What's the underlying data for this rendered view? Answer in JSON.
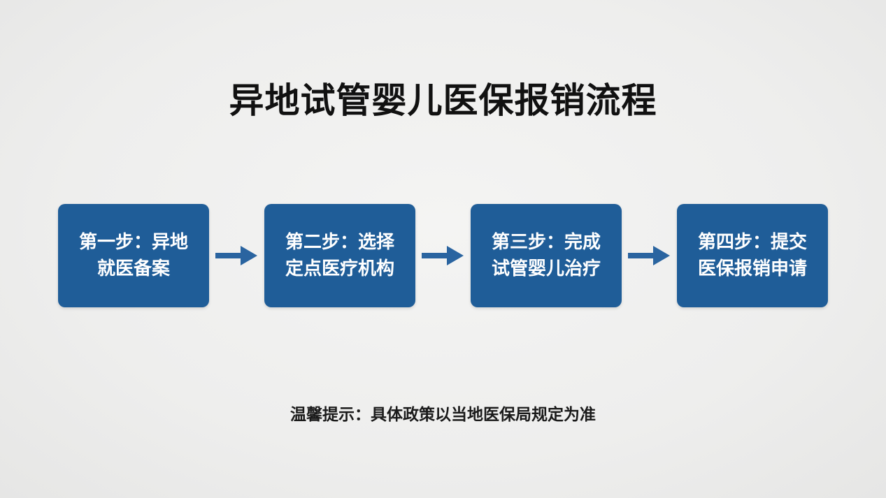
{
  "title": "异地试管婴儿医保报销流程",
  "steps": [
    {
      "label": "第一步：异地\n就医备案"
    },
    {
      "label": "第二步：选择\n定点医疗机构"
    },
    {
      "label": "第三步：完成\n试管婴儿治疗"
    },
    {
      "label": "第四步：提交\n医保报销申请"
    }
  ],
  "hint": "温馨提示：具体政策以当地医保局规定为准",
  "colors": {
    "box": "#1f5d98",
    "arrow": "#2a64a0",
    "text": "#ffffff"
  },
  "icons": [
    "arrow-right-icon"
  ]
}
